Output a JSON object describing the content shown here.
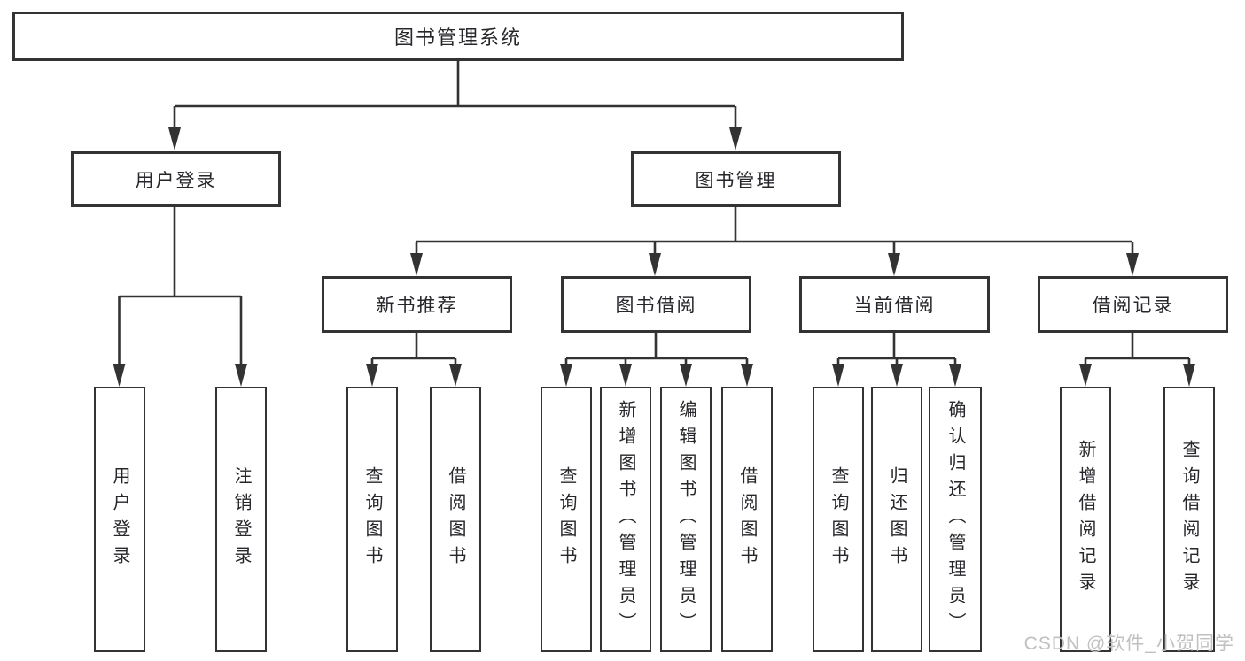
{
  "diagram": {
    "type": "hierarchy-flowchart",
    "title": "图书管理系统"
  },
  "tree": {
    "label": "图书管理系统",
    "children": [
      {
        "label": "用户登录",
        "children": [
          {
            "label": "用户登录"
          },
          {
            "label": "注销登录"
          }
        ]
      },
      {
        "label": "图书管理",
        "children": [
          {
            "label": "新书推荐",
            "children": [
              {
                "label": "查询图书"
              },
              {
                "label": "借阅图书"
              }
            ]
          },
          {
            "label": "图书借阅",
            "children": [
              {
                "label": "查询图书"
              },
              {
                "label": "新增图书（管理员）"
              },
              {
                "label": "编辑图书（管理员）"
              },
              {
                "label": "借阅图书"
              }
            ]
          },
          {
            "label": "当前借阅",
            "children": [
              {
                "label": "查询图书"
              },
              {
                "label": "归还图书"
              },
              {
                "label": "确认归还（管理员）"
              }
            ]
          },
          {
            "label": "借阅记录",
            "children": [
              {
                "label": "新增借阅记录"
              },
              {
                "label": "查询借阅记录"
              }
            ]
          }
        ]
      }
    ]
  },
  "watermark": {
    "text": "CSDN @软件_小贺同学"
  },
  "colors": {
    "line": "#333333",
    "box_border": "#333333",
    "text": "#26262b",
    "watermark": "#c0c0c0",
    "background": "#ffffff"
  }
}
